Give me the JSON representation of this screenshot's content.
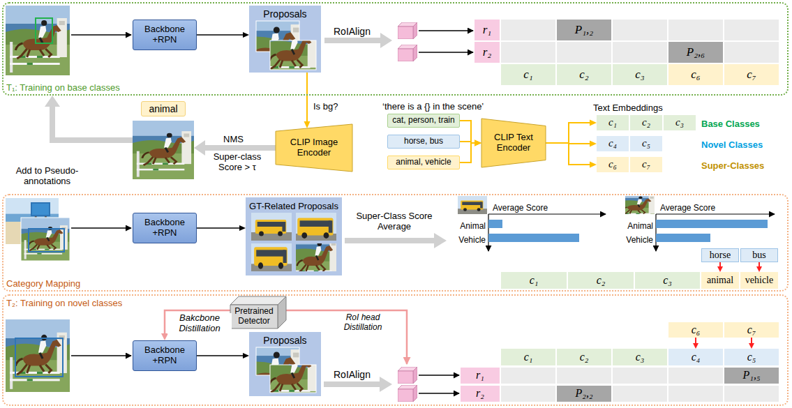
{
  "diagram": {
    "nodes": [
      {
        "text": [
          "T₁: Training on base classes"
        ]
      },
      {
        "text": [
          "Backbone +RPN"
        ],
        "in": 0
      },
      {
        "text": [
          "Proposals"
        ],
        "in": 0
      },
      {
        "text": [
          "r₁"
        ],
        "in": 0
      },
      {
        "text": [
          "P₁,₂"
        ],
        "in": 0
      },
      {
        "text": [
          "r₂"
        ],
        "in": 0
      },
      {
        "text": [
          "P₂,₆"
        ],
        "in": 0
      },
      {
        "text": [
          "c₁"
        ],
        "in": 0
      },
      {
        "text": [
          "c₂"
        ],
        "in": 0
      },
      {
        "text": [
          "c₃"
        ],
        "in": 0
      },
      {
        "text": [
          "c₆"
        ],
        "in": 0
      },
      {
        "text": [
          "c₇"
        ],
        "in": 0
      },
      {
        "text": [
          "animal"
        ]
      },
      {
        "text": [
          "CLIP Image Encoder"
        ]
      },
      {
        "text": [
          "cat, person, train"
        ]
      },
      {
        "text": [
          "horse, bus"
        ]
      },
      {
        "text": [
          "animal, vehicle"
        ]
      },
      {
        "text": [
          "CLIP Text Encoder"
        ]
      },
      {
        "text": [
          "c₁"
        ]
      },
      {
        "text": [
          "c₂"
        ]
      },
      {
        "text": [
          "c₃"
        ]
      },
      {
        "text": [
          "c₄"
        ]
      },
      {
        "text": [
          "c₅"
        ]
      },
      {
        "text": [
          "c₆"
        ]
      },
      {
        "text": [
          "c₇"
        ]
      },
      {
        "text": [
          "Category Mapping"
        ]
      },
      {
        "text": [
          "Backbone +RPN"
        ],
        "in": 25
      },
      {
        "text": [
          "GT-Related Proposals"
        ],
        "in": 25
      },
      {
        "text": [
          "horse"
        ],
        "in": 25
      },
      {
        "text": [
          "bus"
        ],
        "in": 25
      },
      {
        "text": [
          "c₁"
        ],
        "in": 25
      },
      {
        "text": [
          "c₂"
        ],
        "in": 25
      },
      {
        "text": [
          "c₃"
        ],
        "in": 25
      },
      {
        "text": [
          "animal"
        ],
        "in": 25
      },
      {
        "text": [
          "vehicle"
        ],
        "in": 25
      },
      {
        "text": [
          "T₂: Training on novel classes"
        ]
      },
      {
        "text": [
          "Pretrained Detector"
        ],
        "in": 35
      },
      {
        "text": [
          "Backbone +RPN"
        ],
        "in": 35
      },
      {
        "text": [
          "Proposals"
        ],
        "in": 35
      },
      {
        "text": [
          "c₆"
        ],
        "in": 35
      },
      {
        "text": [
          "c₇"
        ],
        "in": 35
      },
      {
        "text": [
          "c₁"
        ],
        "in": 35
      },
      {
        "text": [
          "c₂"
        ],
        "in": 35
      },
      {
        "text": [
          "c₃"
        ],
        "in": 35
      },
      {
        "text": [
          "c₄"
        ],
        "in": 35
      },
      {
        "text": [
          "c₅"
        ],
        "in": 35
      },
      {
        "text": [
          "r₁"
        ],
        "in": 35
      },
      {
        "text": [
          "P₁,₅"
        ],
        "in": 35
      },
      {
        "text": [
          "r₂"
        ],
        "in": 35
      },
      {
        "text": [
          "P₂,₂"
        ],
        "in": 35
      }
    ],
    "edges": [
      {
        "from": 1,
        "to": 2,
        "arrow": "to"
      },
      {
        "from": 2,
        "to": 13,
        "arrow": "to",
        "label": "Is bg?"
      },
      {
        "from": 13,
        "to": 12,
        "arrow": "to",
        "label": "NMS"
      },
      {
        "from": 12,
        "to": 0,
        "arrow": "to",
        "label": "Add to Pseudo-annotations"
      },
      {
        "from": 14,
        "to": 17,
        "arrow": "to"
      },
      {
        "from": 15,
        "to": 17,
        "arrow": "to"
      },
      {
        "from": 16,
        "to": 17,
        "arrow": "to"
      },
      {
        "from": 17,
        "to": 18,
        "arrow": "to"
      },
      {
        "from": 17,
        "to": 21,
        "arrow": "to"
      },
      {
        "from": 17,
        "to": 23,
        "arrow": "to"
      },
      {
        "from": 26,
        "to": 27,
        "arrow": "to"
      },
      {
        "from": 28,
        "to": 33,
        "arrow": "to"
      },
      {
        "from": 29,
        "to": 34,
        "arrow": "to"
      },
      {
        "from": 36,
        "to": 37,
        "arrow": "to",
        "label": "Bakcbone Distillation"
      },
      {
        "from": 37,
        "to": 38,
        "arrow": "to"
      },
      {
        "from": 39,
        "to": 44,
        "arrow": "to"
      },
      {
        "from": 40,
        "to": 45,
        "arrow": "to"
      }
    ],
    "labels": [
      "RoIAlign",
      "Super-class Score > τ",
      "‘there is a {} in the scene’",
      "Text Embeddings",
      "Base Classes",
      "Novel Classes",
      "Super-Classes",
      "Super-Class Score Average",
      "Average Score",
      "Animal",
      "Vehicle",
      "Average Score",
      "Animal",
      "Vehicle",
      "RoI head Distillation",
      "RoIAlign"
    ]
  }
}
